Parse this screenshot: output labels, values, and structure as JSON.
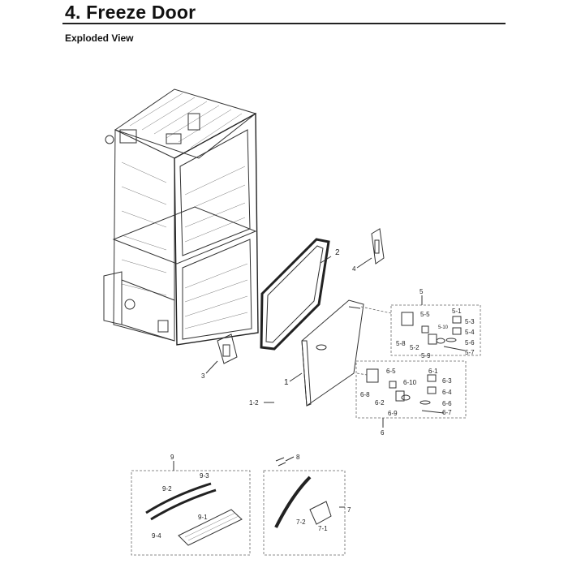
{
  "header": {
    "title": "4.  Freeze Door",
    "subtitle": "Exploded View"
  },
  "labels": {
    "p1": "1",
    "p1_2": "1-2",
    "p2": "2",
    "p3": "3",
    "p4": "4",
    "p5": "5",
    "p5_1": "5-1",
    "p5_2": "5-2",
    "p5_3": "5-3",
    "p5_4": "5-4",
    "p5_5": "5-5",
    "p5_6": "5-6",
    "p5_7": "5-7",
    "p5_8": "5-8",
    "p5_9": "5-9",
    "p5_10": "5-10",
    "p6": "6",
    "p6_1": "6-1",
    "p6_2": "6-2",
    "p6_3": "6-3",
    "p6_4": "6-4",
    "p6_5": "6-5",
    "p6_6": "6-6",
    "p6_7": "6-7",
    "p6_8": "6-8",
    "p6_9": "6-9",
    "p6_10": "6-10",
    "p7": "7",
    "p7_1": "7-1",
    "p7_2": "7-2",
    "p8": "8",
    "p9": "9",
    "p9_1": "9-1",
    "p9_2": "9-2",
    "p9_3": "9-3",
    "p9_4": "9-4"
  }
}
